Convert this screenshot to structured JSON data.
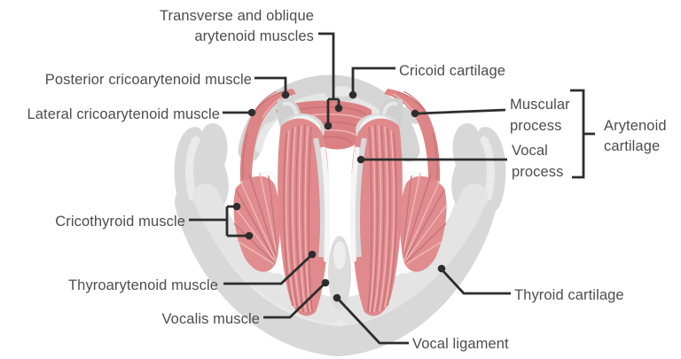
{
  "diagram": {
    "labels": {
      "transverse_oblique": "Transverse and oblique\narytenoid muscles",
      "posterior_crico": "Posterior cricoarytenoid muscle",
      "lateral_crico": "Lateral cricoarytenoid muscle",
      "cricoid": "Cricoid cartilage",
      "muscular_process": "Muscular\nprocess",
      "vocal_process": "Vocal\nprocess",
      "arytenoid_cartilage": "Arytenoid\ncartilage",
      "cricothyroid": "Cricothyroid muscle",
      "thyroarytenoid": "Thyroarytenoid muscle",
      "vocalis": "Vocalis muscle",
      "thyroid_cartilage": "Thyroid cartilage",
      "vocal_ligament": "Vocal ligament"
    },
    "colors": {
      "background": "#ffffff",
      "muscle": "#df8a8d",
      "muscle_dark": "#c97376",
      "muscle_light": "#efb4b5",
      "cartilage": "#d8d8d8",
      "cartilage_light": "#eaeaea",
      "leader_line": "#2d2d2d",
      "label_text": "#4d4d4d"
    }
  }
}
